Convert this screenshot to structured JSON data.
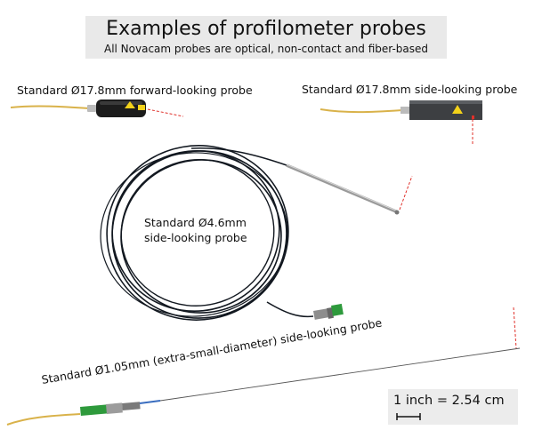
{
  "title": "Examples of profilometer probes",
  "subtitle": "All Novacam probes are optical, non-contact and fiber-based",
  "probes": {
    "forward_17_8": "Standard Ø17.8mm forward-looking probe",
    "side_17_8": "Standard Ø17.8mm side-looking probe",
    "side_4_6_line1": "Standard Ø4.6mm",
    "side_4_6_line2": "side-looking probe",
    "side_1_05": "Standard Ø1.05mm (extra-small-diameter) side-looking probe"
  },
  "scale": {
    "text": "1 inch = 2.54 cm"
  },
  "colors": {
    "fiber_yellow": "#d9b24a",
    "probe_body": "#1c1c1c",
    "laser_red": "#e0302a",
    "cable_black": "#121820",
    "connector_green": "#2e9a3c"
  }
}
